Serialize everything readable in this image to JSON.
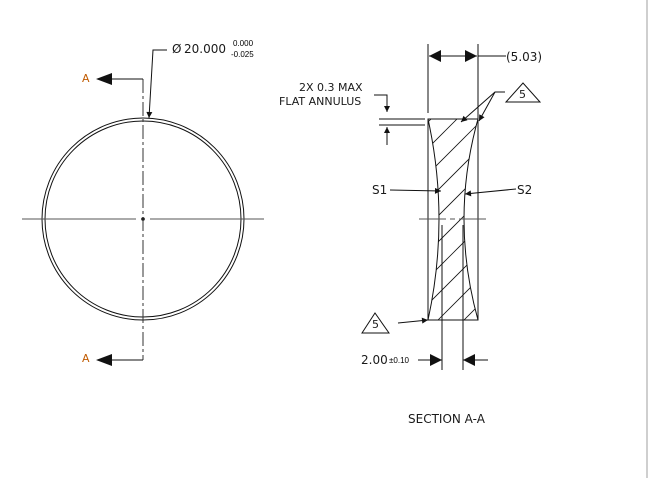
{
  "drawing": {
    "type": "lens technical drawing",
    "colors": {
      "line": "#1a1a1a",
      "centerline": "#555555",
      "text": "#1a1a1a",
      "section_letter": "#c05a00",
      "background": "#ffffff"
    },
    "front_view": {
      "diameter_symbol": "Ø",
      "diameter_value": "20.000",
      "tolerance_upper": "0.000",
      "tolerance_lower": "-0.025",
      "section_marker_top": "A",
      "section_marker_bottom": "A"
    },
    "section_view": {
      "reference_dimension": "(5.03)",
      "flat_annulus_line1": "2X 0.3 MAX",
      "flat_annulus_line2": "FLAT ANNULUS",
      "surface_left": "S1",
      "surface_right": "S2",
      "note_flag_top": "5",
      "note_flag_bottom": "5",
      "center_thickness_value": "2.00",
      "center_thickness_tolerance": "±0.10",
      "caption": "SECTION A-A"
    }
  }
}
